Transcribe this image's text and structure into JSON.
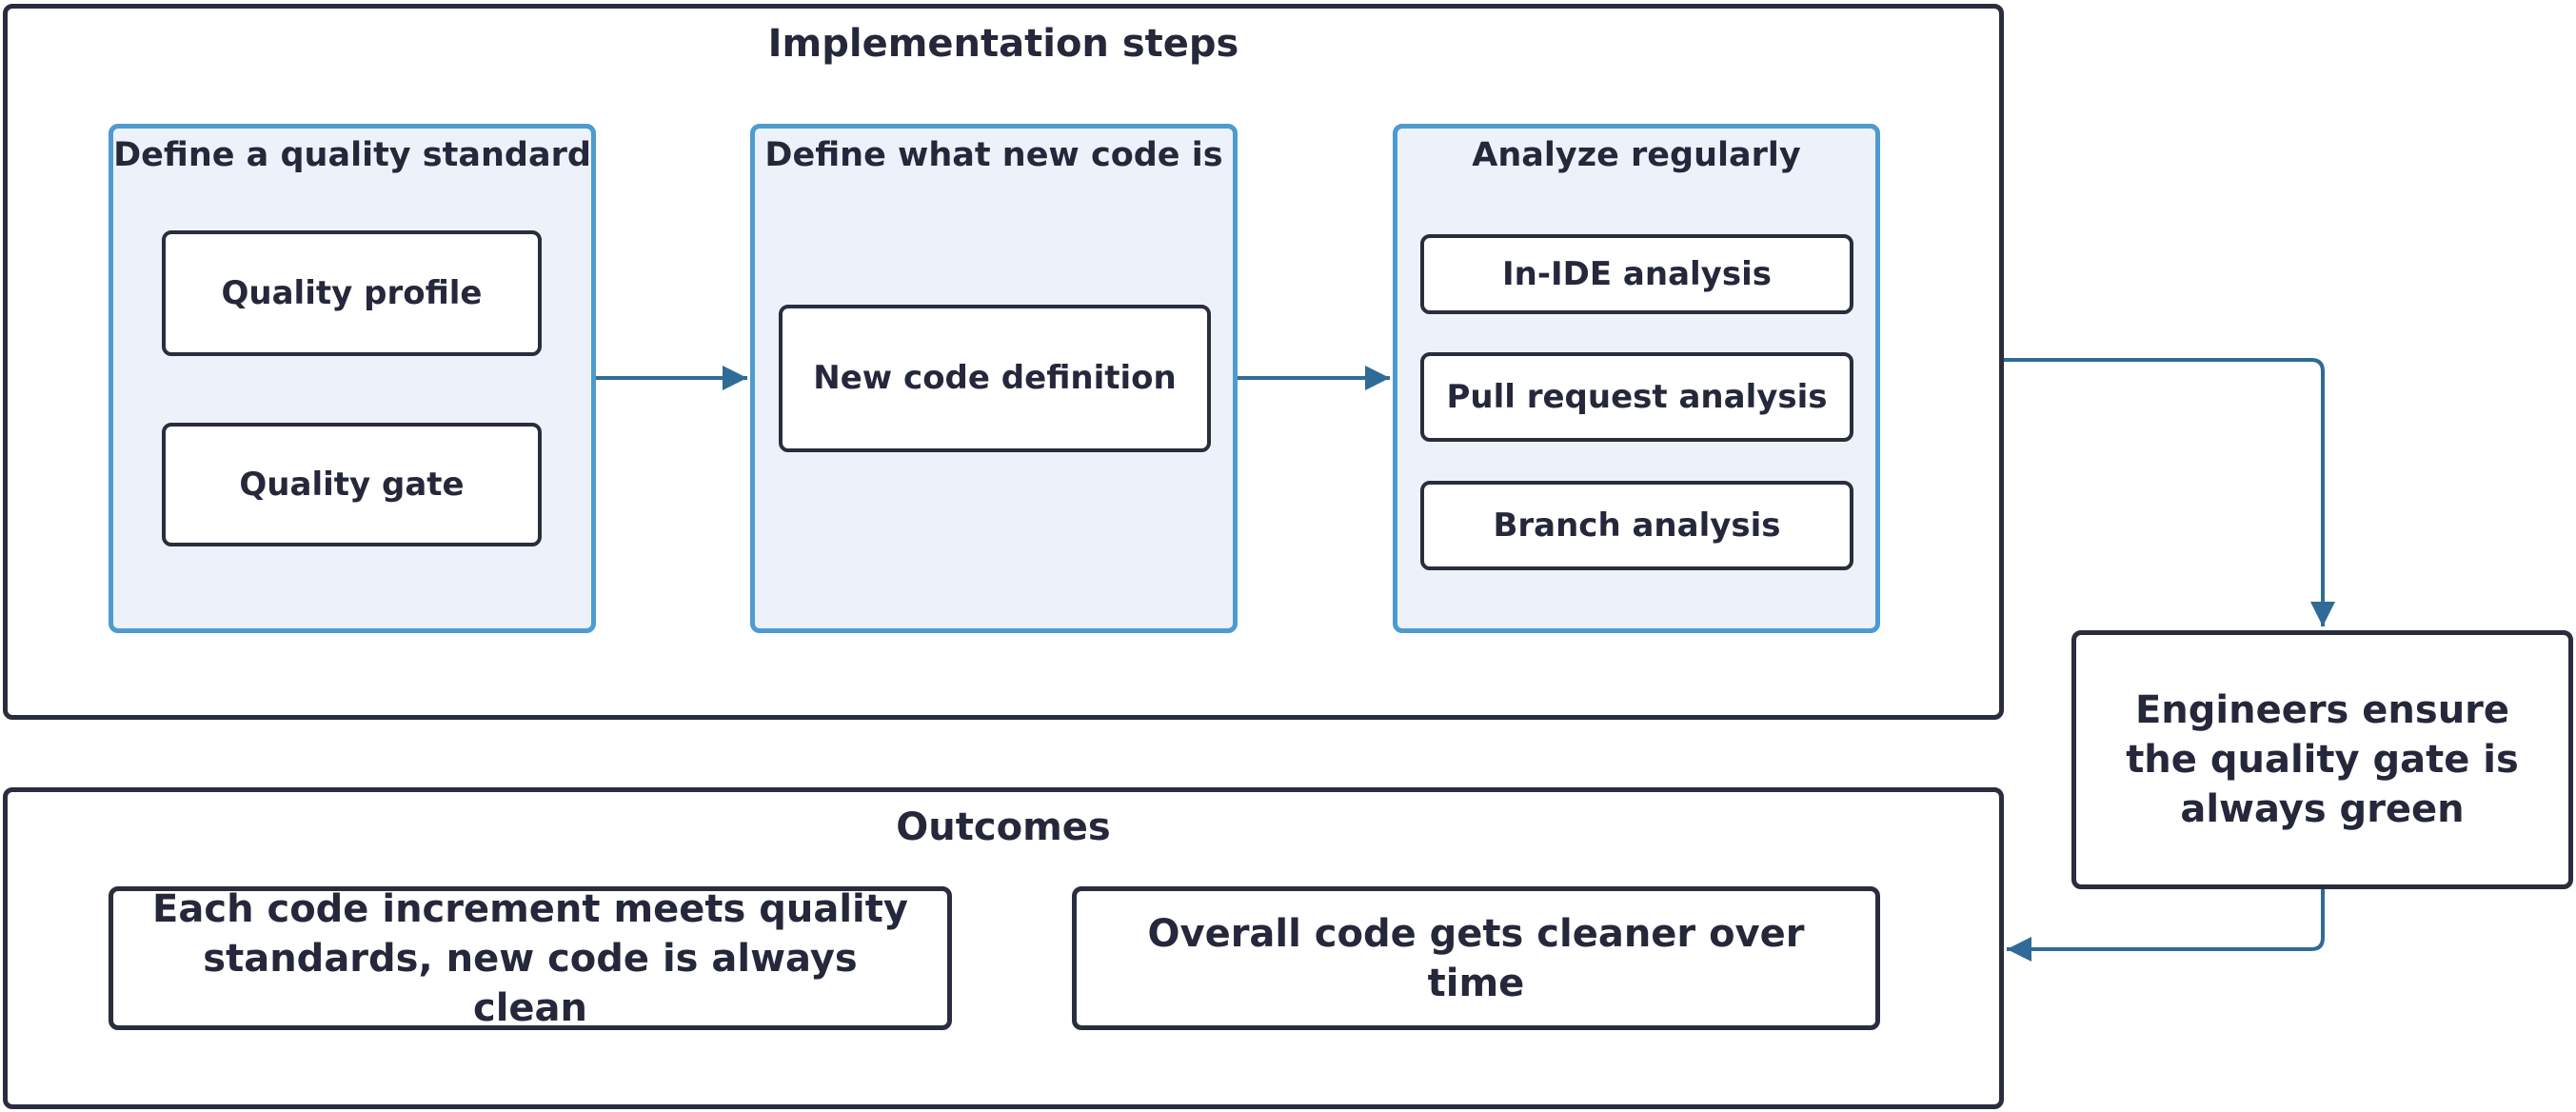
{
  "implementation": {
    "title": "Implementation steps",
    "standard": {
      "title": "Define a quality standard",
      "items": [
        "Quality profile",
        "Quality gate"
      ]
    },
    "new_code": {
      "title": "Define what new code is",
      "items": [
        "New code definition"
      ]
    },
    "analyze": {
      "title": "Analyze regularly",
      "items": [
        "In-IDE analysis",
        "Pull request analysis",
        "Branch analysis"
      ]
    }
  },
  "engineers": {
    "label": "Engineers ensure the quality gate is always green"
  },
  "outcomes": {
    "title": "Outcomes",
    "items": [
      "Each code increment meets quality standards, new code is always clean",
      "Overall code gets cleaner over time"
    ]
  },
  "colors": {
    "outer_border": "#2a2d3c",
    "group_border": "#4d9bd0",
    "group_fill": "#edf1f9",
    "arrow": "#2f6b96",
    "text": "#25283b"
  }
}
